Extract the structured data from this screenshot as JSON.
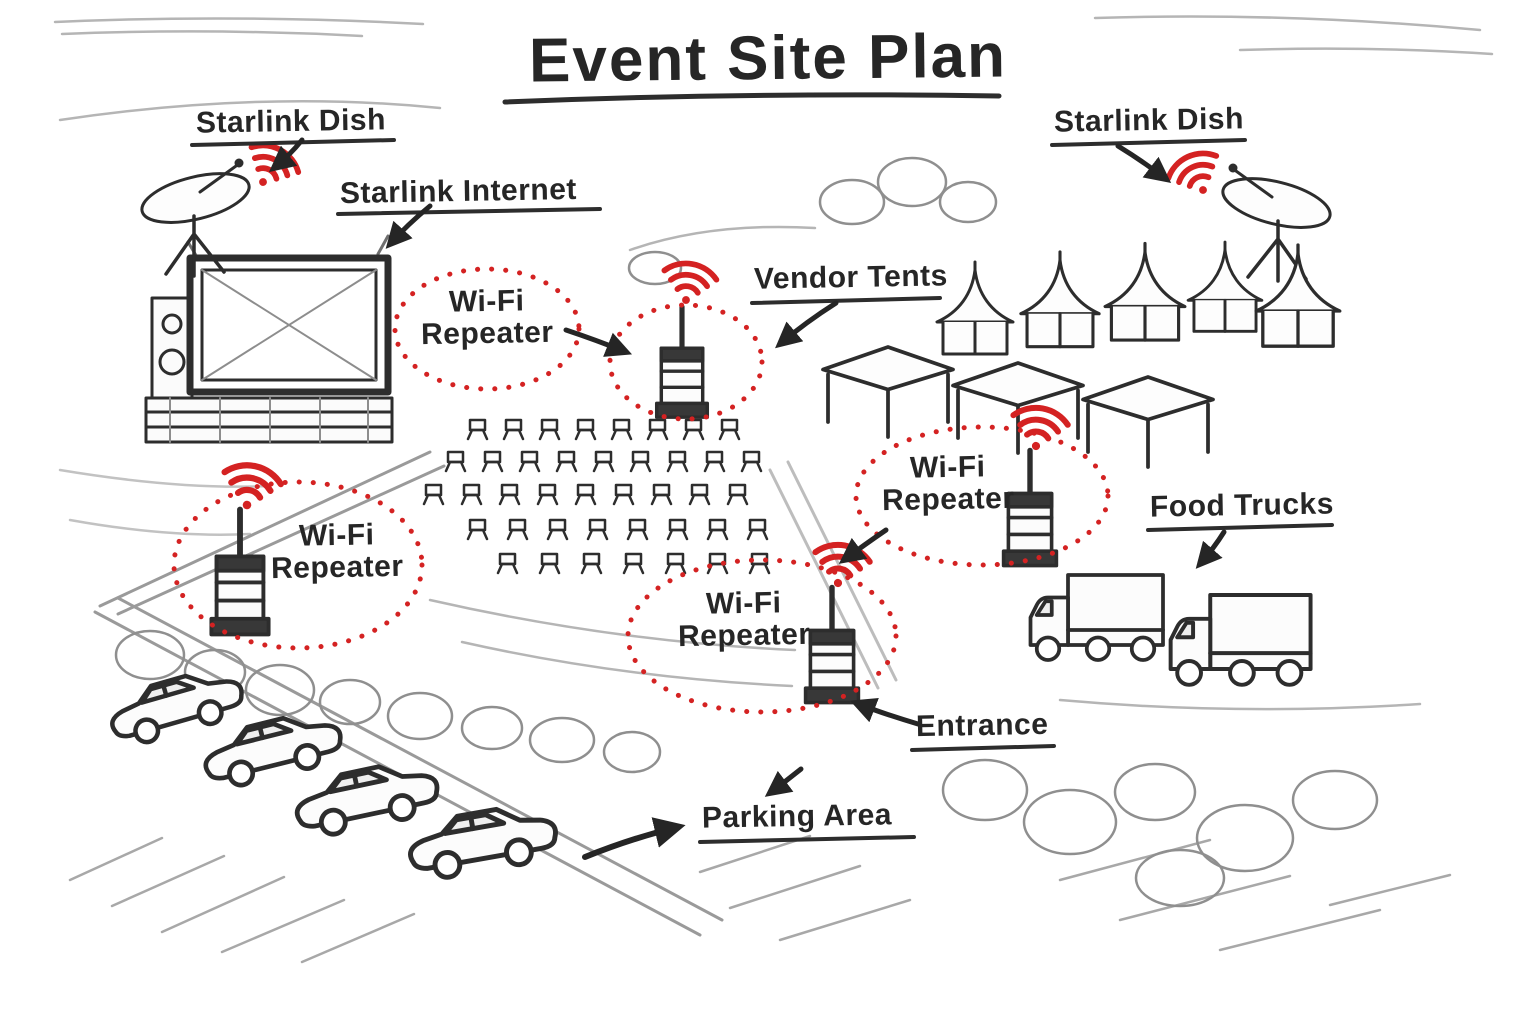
{
  "title": "Event Site Plan",
  "labels": {
    "starlink_dish_left": "Starlink Dish",
    "starlink_internet": "Starlink Internet",
    "vendor_tents": "Vendor Tents",
    "starlink_dish_right": "Starlink Dish",
    "wifi_repeater_top": "Wi-Fi Repeater",
    "wifi_repeater_left": "Wi-Fi Repeater",
    "wifi_repeater_right": "Wi-Fi Repeater",
    "wifi_repeater_bottom": "Wi-Fi Repeater",
    "food_trucks": "Food Trucks",
    "entrance": "Entrance",
    "parking_area": "Parking Area"
  },
  "icons": {
    "wifi_waves": "wifi-signal-icon",
    "repeater_device": "wifi-repeater-device",
    "satellite_dish": "starlink-dish-icon",
    "stage": "stage-with-screen-icon",
    "tents": "vendor-tents-icon",
    "seating": "audience-seating-icon",
    "cars": "parking-cars-icon",
    "trucks": "food-trucks-icon"
  },
  "colors": {
    "ink": "#2d2d2d",
    "sketch_light": "#a8a8a8",
    "wifi_red": "#d42222",
    "background": "#ffffff"
  }
}
